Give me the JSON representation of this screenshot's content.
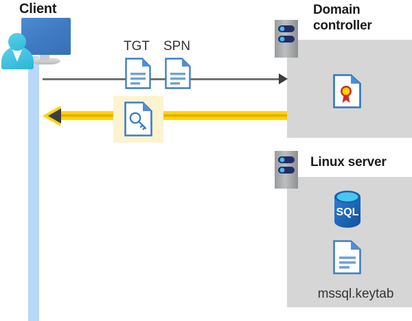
{
  "diagram": {
    "title_client": "Client",
    "title_domain_controller": "Domain\ncontroller",
    "title_domain_controller_line1": "Domain",
    "title_domain_controller_line2": "controller",
    "title_linux_server": "Linux server",
    "ticket_labels": {
      "tgt": "TGT",
      "spn": "SPN"
    },
    "keytab_file": "mssql.keytab",
    "icons": {
      "client": "user-monitor-icon",
      "server": "server-rack-icon",
      "tgt_document": "document-icon",
      "spn_document": "document-icon",
      "key_document": "key-document-icon",
      "certificate": "certificate-document-icon",
      "database": "sql-database-icon",
      "keytab_document": "document-icon",
      "request_arrow": "arrow-right-icon",
      "response_arrow": "arrow-left-icon"
    },
    "colors": {
      "panel_gray": "#d6d6d6",
      "lifeline_blue": "#b9d8f8",
      "highlight_yellow": "#fdf3ce",
      "arrow_yellow": "#ffd400",
      "arrow_gray": "#6f7174",
      "doc_blue": "#3f7dc6",
      "sql_blue": "#1f63ae",
      "cert_red": "#d32b2b",
      "cert_gold": "#ffd400",
      "text_dark": "#1b1b1b"
    }
  }
}
